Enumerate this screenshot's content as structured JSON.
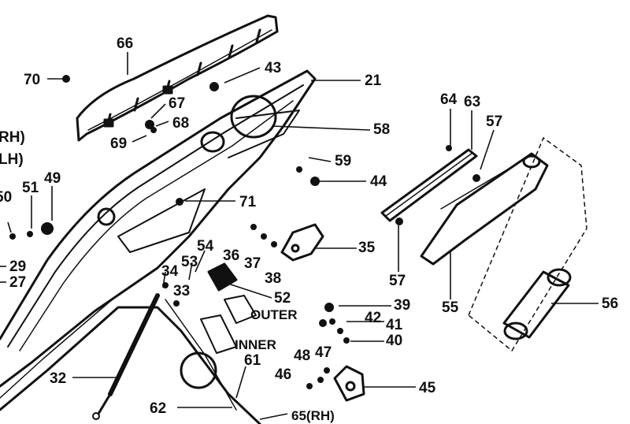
{
  "diagram": {
    "callouts": [
      {
        "id": "c66",
        "text": "66"
      },
      {
        "id": "c70",
        "text": "70"
      },
      {
        "id": "c43",
        "text": "43"
      },
      {
        "id": "c21",
        "text": "21"
      },
      {
        "id": "c67",
        "text": "67"
      },
      {
        "id": "c68",
        "text": "68"
      },
      {
        "id": "c69",
        "text": "69"
      },
      {
        "id": "c64",
        "text": "64"
      },
      {
        "id": "c63",
        "text": "63"
      },
      {
        "id": "c57a",
        "text": "57"
      },
      {
        "id": "c58",
        "text": "58"
      },
      {
        "id": "c59",
        "text": "59"
      },
      {
        "id": "c44",
        "text": "44"
      },
      {
        "id": "crh",
        "text": "RH)"
      },
      {
        "id": "clh",
        "text": "LH)"
      },
      {
        "id": "c50",
        "text": "50"
      },
      {
        "id": "c51",
        "text": "51"
      },
      {
        "id": "c49",
        "text": "49"
      },
      {
        "id": "c71",
        "text": "71"
      },
      {
        "id": "c29",
        "text": "29"
      },
      {
        "id": "c27",
        "text": "27"
      },
      {
        "id": "c54",
        "text": "54"
      },
      {
        "id": "c53",
        "text": "53"
      },
      {
        "id": "c36",
        "text": "36"
      },
      {
        "id": "c37",
        "text": "37"
      },
      {
        "id": "c35",
        "text": "35"
      },
      {
        "id": "c38",
        "text": "38"
      },
      {
        "id": "c57b",
        "text": "57"
      },
      {
        "id": "c55",
        "text": "55"
      },
      {
        "id": "c34",
        "text": "34"
      },
      {
        "id": "c33",
        "text": "33"
      },
      {
        "id": "c52",
        "text": "52"
      },
      {
        "id": "c39",
        "text": "39"
      },
      {
        "id": "couter",
        "text": "OUTER"
      },
      {
        "id": "c42",
        "text": "42"
      },
      {
        "id": "c41",
        "text": "41"
      },
      {
        "id": "c40",
        "text": "40"
      },
      {
        "id": "c56",
        "text": "56"
      },
      {
        "id": "cinner",
        "text": "INNER"
      },
      {
        "id": "c61",
        "text": "61"
      },
      {
        "id": "c48",
        "text": "48"
      },
      {
        "id": "c47",
        "text": "47"
      },
      {
        "id": "c46",
        "text": "46"
      },
      {
        "id": "c45",
        "text": "45"
      },
      {
        "id": "c32",
        "text": "32"
      },
      {
        "id": "c62",
        "text": "62"
      },
      {
        "id": "c65",
        "text": "65(RH)"
      }
    ]
  }
}
